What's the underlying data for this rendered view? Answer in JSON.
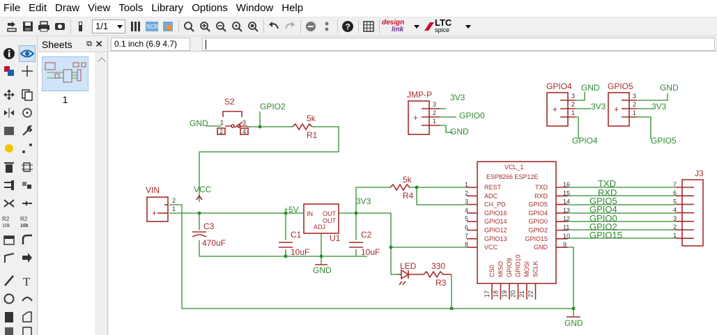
{
  "menu": [
    "File",
    "Edit",
    "Draw",
    "View",
    "Tools",
    "Library",
    "Options",
    "Window",
    "Help"
  ],
  "toolbar": {
    "sheet_select": "1/1",
    "designlink_top": "design",
    "designlink_bottom": "link",
    "ltc_top": "LTC",
    "ltc_bottom": "spice"
  },
  "sheets_panel": {
    "title": "Sheets",
    "sheet_number": "1"
  },
  "coordinate": "0.1 inch (6.9 4.7)",
  "command_text": "",
  "colors": {
    "symbol": "#a52a2a",
    "wire": "#2e8b2e",
    "highlight": "#cfe4f7"
  },
  "schematic": {
    "s2": {
      "name": "S2",
      "pins": [
        "1",
        "2",
        "3",
        "4"
      ]
    },
    "r1": {
      "value": "5k",
      "name": "R1"
    },
    "r4": {
      "value": "5k",
      "name": "R4"
    },
    "r3": {
      "value": "330",
      "name": "R3"
    },
    "vin": {
      "name": "VIN",
      "pins": [
        "2",
        "1"
      ]
    },
    "c3": {
      "name": "C3",
      "value": "470uF"
    },
    "c1": {
      "name": "C1",
      "value": "10uF"
    },
    "c2": {
      "name": "C2",
      "value": "10uF"
    },
    "u1": {
      "name": "U1",
      "pin_in": "IN",
      "pin_out1": "OUT",
      "pin_out2": "OUT",
      "pin_adj": "ADJ"
    },
    "led": {
      "name": "LED"
    },
    "jmp": {
      "name": "JMP-P",
      "pins": [
        "3",
        "2",
        "1"
      ]
    },
    "j3": {
      "name": "J3",
      "pins": [
        "7",
        "6",
        "5",
        "4",
        "3",
        "2",
        "1"
      ]
    },
    "gpio4_hdr": {
      "name": "GPIO4",
      "pins": [
        "3",
        "2",
        "1"
      ]
    },
    "gpio5_hdr": {
      "name": "GPIO5",
      "pins": [
        "3",
        "2",
        "1"
      ]
    },
    "esp": {
      "value": "VCL_1",
      "part": "ESP8266 ESP12E",
      "left_pins": [
        {
          "num": "1",
          "name": "REST"
        },
        {
          "num": "2",
          "name": "ADC"
        },
        {
          "num": "3",
          "name": "CH_PD"
        },
        {
          "num": "4",
          "name": "GPIO16"
        },
        {
          "num": "5",
          "name": "GPIO14"
        },
        {
          "num": "6",
          "name": "GPIO12"
        },
        {
          "num": "7",
          "name": "GPIO13"
        },
        {
          "num": "8",
          "name": "VCC"
        }
      ],
      "right_pins": [
        {
          "num": "16",
          "name": "TXD"
        },
        {
          "num": "15",
          "name": "RXD"
        },
        {
          "num": "14",
          "name": "GPIO5"
        },
        {
          "num": "13",
          "name": "GPIO4"
        },
        {
          "num": "12",
          "name": "GPIO0"
        },
        {
          "num": "11",
          "name": "GPIO2"
        },
        {
          "num": "10",
          "name": "GPIO15"
        },
        {
          "num": "9",
          "name": "GND"
        }
      ],
      "bottom_pins": [
        {
          "num": "17",
          "name": "CS0"
        },
        {
          "num": "18",
          "name": "MISO"
        },
        {
          "num": "19",
          "name": "GPIO9"
        },
        {
          "num": "20",
          "name": "GPIO10"
        },
        {
          "num": "21",
          "name": "MOSI"
        },
        {
          "num": "22",
          "name": "SCLK"
        }
      ]
    },
    "nets": {
      "gnd": "GND",
      "gpio2": "GPIO2",
      "gpio0": "GPIO0",
      "gpio4": "GPIO4",
      "gpio5": "GPIO5",
      "v33": "3V3",
      "vcc": "VCC",
      "v5": "+5V",
      "j3_labels": [
        "TXD",
        "RXD",
        "GPIO5",
        "GPIO4",
        "GPIO0",
        "GPIO2",
        "GPIO15"
      ]
    }
  }
}
